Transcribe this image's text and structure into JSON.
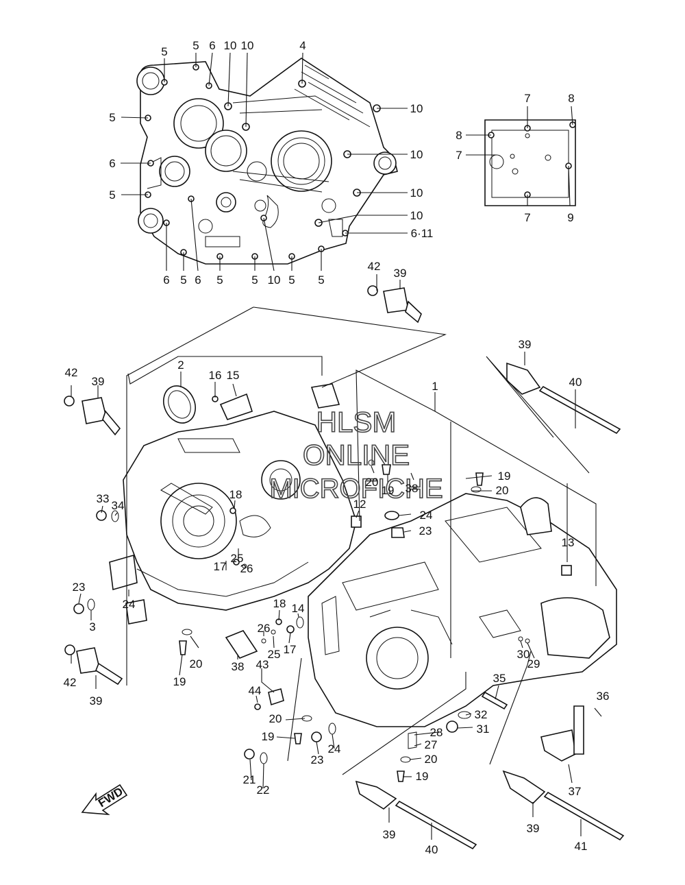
{
  "watermark": {
    "line1": "HLSM",
    "line2": "ONLINE",
    "line3": "MICROFICHE"
  },
  "fwd_label": "FWD",
  "callouts": [
    {
      "id": "c1",
      "text": "5"
    },
    {
      "id": "c2",
      "text": "5"
    },
    {
      "id": "c3",
      "text": "6"
    },
    {
      "id": "c4",
      "text": "10"
    },
    {
      "id": "c5",
      "text": "10"
    },
    {
      "id": "c6",
      "text": "4"
    },
    {
      "id": "c7",
      "text": "5"
    },
    {
      "id": "c8",
      "text": "10"
    },
    {
      "id": "c9",
      "text": "6"
    },
    {
      "id": "c10",
      "text": "10"
    },
    {
      "id": "c11",
      "text": "5"
    },
    {
      "id": "c12",
      "text": "10"
    },
    {
      "id": "c13",
      "text": "10"
    },
    {
      "id": "c14",
      "text": "6·11"
    },
    {
      "id": "c15",
      "text": "6"
    },
    {
      "id": "c16",
      "text": "5"
    },
    {
      "id": "c17",
      "text": "6"
    },
    {
      "id": "c18",
      "text": "5"
    },
    {
      "id": "c19",
      "text": "5"
    },
    {
      "id": "c20",
      "text": "10"
    },
    {
      "id": "c21",
      "text": "5"
    },
    {
      "id": "c22",
      "text": "5"
    },
    {
      "id": "c23",
      "text": "7"
    },
    {
      "id": "c24",
      "text": "8"
    },
    {
      "id": "c25",
      "text": "8"
    },
    {
      "id": "c26",
      "text": "7"
    },
    {
      "id": "c27",
      "text": "7"
    },
    {
      "id": "c28",
      "text": "9"
    },
    {
      "id": "c29",
      "text": "42"
    },
    {
      "id": "c30",
      "text": "39"
    },
    {
      "id": "c31",
      "text": "39"
    },
    {
      "id": "c32",
      "text": "40"
    },
    {
      "id": "c33",
      "text": "2"
    },
    {
      "id": "c34",
      "text": "16"
    },
    {
      "id": "c35",
      "text": "15"
    },
    {
      "id": "c36",
      "text": "1"
    },
    {
      "id": "c37",
      "text": "42"
    },
    {
      "id": "c38",
      "text": "39"
    },
    {
      "id": "c39",
      "text": "19"
    },
    {
      "id": "c40",
      "text": "20"
    },
    {
      "id": "c41",
      "text": "20"
    },
    {
      "id": "c42",
      "text": "19"
    },
    {
      "id": "c43",
      "text": "38"
    },
    {
      "id": "c44",
      "text": "12"
    },
    {
      "id": "c45",
      "text": "24"
    },
    {
      "id": "c46",
      "text": "23"
    },
    {
      "id": "c47",
      "text": "33"
    },
    {
      "id": "c48",
      "text": "34"
    },
    {
      "id": "c49",
      "text": "18"
    },
    {
      "id": "c50",
      "text": "13"
    },
    {
      "id": "c51",
      "text": "17"
    },
    {
      "id": "c52",
      "text": "25"
    },
    {
      "id": "c53",
      "text": "26"
    },
    {
      "id": "c54",
      "text": "23"
    },
    {
      "id": "c55",
      "text": "3"
    },
    {
      "id": "c56",
      "text": "24"
    },
    {
      "id": "c57",
      "text": "18"
    },
    {
      "id": "c58",
      "text": "14"
    },
    {
      "id": "c59",
      "text": "26"
    },
    {
      "id": "c60",
      "text": "25"
    },
    {
      "id": "c61",
      "text": "17"
    },
    {
      "id": "c62",
      "text": "30"
    },
    {
      "id": "c63",
      "text": "29"
    },
    {
      "id": "c64",
      "text": "42"
    },
    {
      "id": "c65",
      "text": "20"
    },
    {
      "id": "c66",
      "text": "38"
    },
    {
      "id": "c67",
      "text": "43"
    },
    {
      "id": "c68",
      "text": "19"
    },
    {
      "id": "c69",
      "text": "39"
    },
    {
      "id": "c70",
      "text": "44"
    },
    {
      "id": "c71",
      "text": "35"
    },
    {
      "id": "c72",
      "text": "36"
    },
    {
      "id": "c73",
      "text": "32"
    },
    {
      "id": "c74",
      "text": "20"
    },
    {
      "id": "c75",
      "text": "31"
    },
    {
      "id": "c76",
      "text": "28"
    },
    {
      "id": "c77",
      "text": "19"
    },
    {
      "id": "c78",
      "text": "27"
    },
    {
      "id": "c79",
      "text": "23"
    },
    {
      "id": "c80",
      "text": "24"
    },
    {
      "id": "c81",
      "text": "20"
    },
    {
      "id": "c82",
      "text": "19"
    },
    {
      "id": "c83",
      "text": "37"
    },
    {
      "id": "c84",
      "text": "21"
    },
    {
      "id": "c85",
      "text": "22"
    },
    {
      "id": "c86",
      "text": "39"
    },
    {
      "id": "c87",
      "text": "39"
    },
    {
      "id": "c88",
      "text": "40"
    },
    {
      "id": "c89",
      "text": "41"
    }
  ]
}
